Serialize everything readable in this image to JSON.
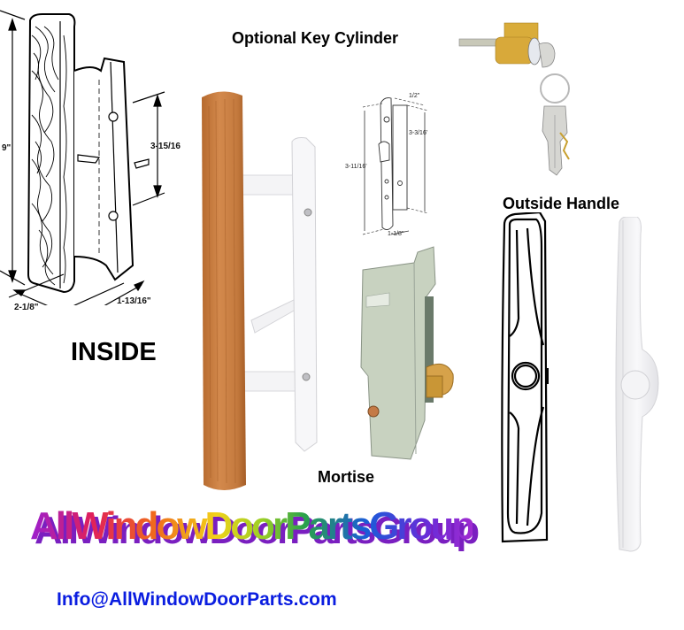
{
  "labels": {
    "optional_key_cylinder": "Optional Key Cylinder",
    "inside": "INSIDE",
    "outside_handle": "Outside Handle",
    "mortise": "Mortise"
  },
  "inside_diagram": {
    "height_dim": "9\"",
    "hole_spacing_dim": "3-15/16",
    "width_dim": "2-1/8\"",
    "depth_dim": "1-13/16\""
  },
  "mortise_diagram": {
    "top_dim": "1/2\"",
    "left_dim": "3-11/16'",
    "right_dim": "3-3/16'",
    "bottom_dim": "1-1/8\""
  },
  "branding": {
    "logo_text": "AllWindowDoorPartsGroup",
    "email": "Info@AllWindowDoorParts.com"
  },
  "colors": {
    "email_blue": "#0a1de0",
    "wood": "#c8773a",
    "brass": "#d6a83a",
    "logo_shadow": "#7a1fc0"
  }
}
